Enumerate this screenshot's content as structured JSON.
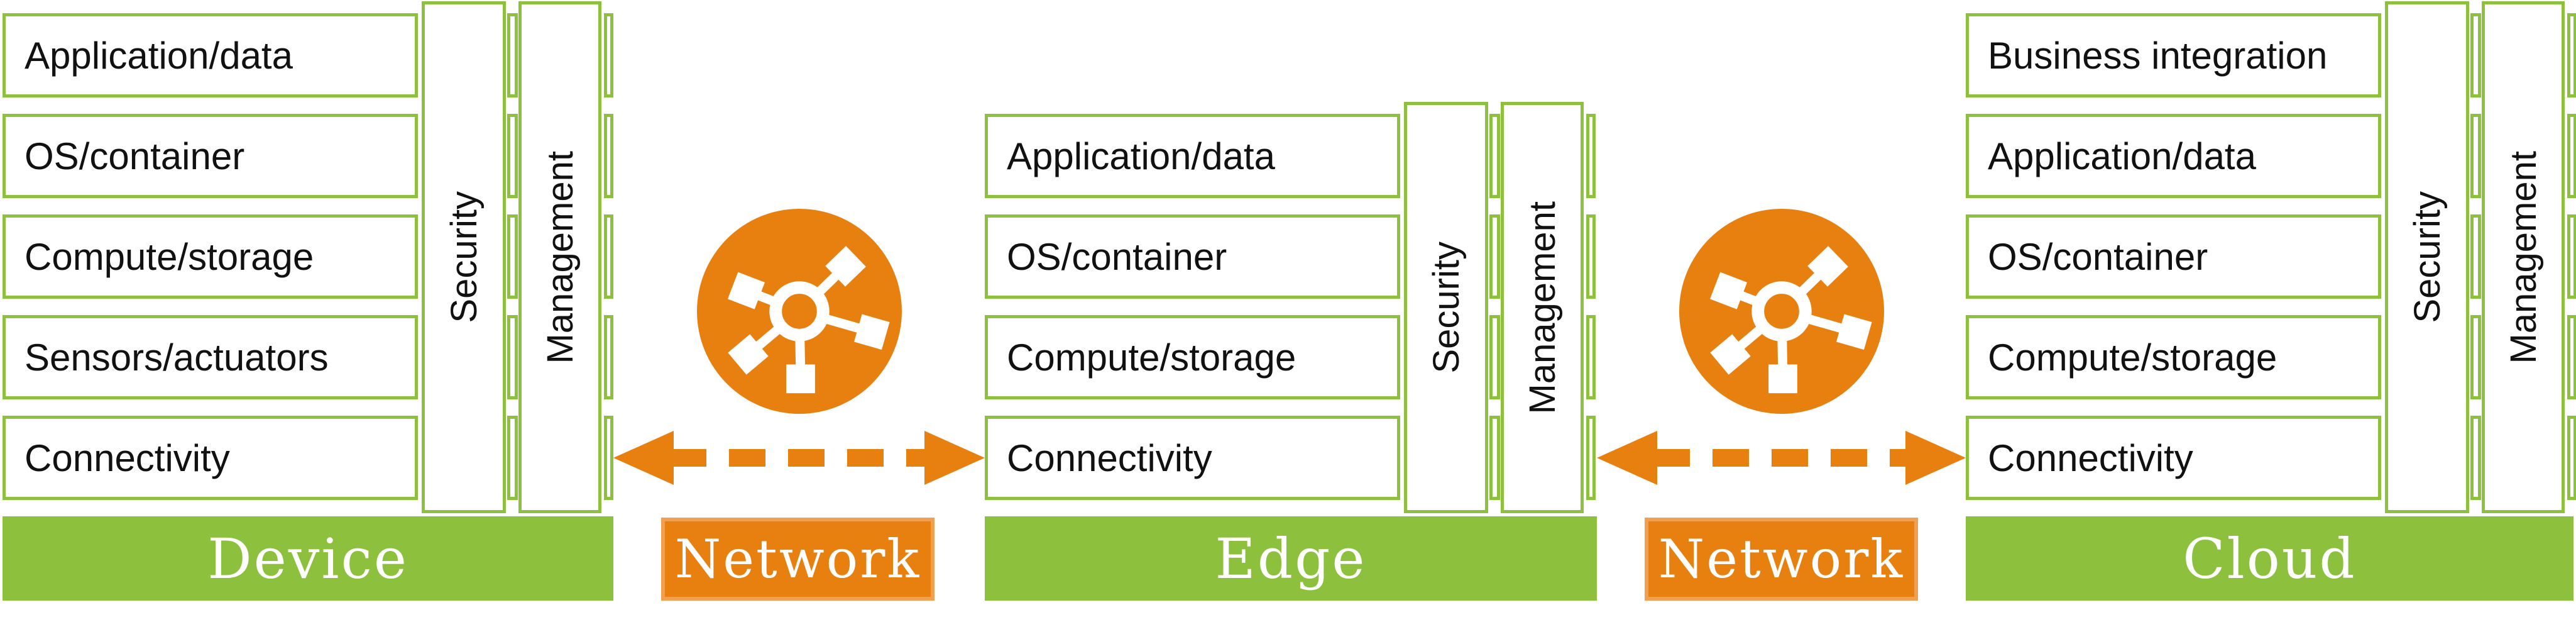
{
  "colors": {
    "green": "#8DC03C",
    "orange": "#E8800F",
    "orange_light": "#F0A050",
    "ink": "#111111",
    "white": "#FFFFFF"
  },
  "columns": [
    {
      "label": "Device",
      "layers": [
        "Application/data",
        "OS/container",
        "Compute/storage",
        "Sensors/actuators",
        "Connectivity"
      ],
      "security_label": "Security",
      "management_label": "Management"
    },
    {
      "label": "Edge",
      "layers": [
        "Application/data",
        "OS/container",
        "Compute/storage",
        "Connectivity"
      ],
      "security_label": "Security",
      "management_label": "Management"
    },
    {
      "label": "Cloud",
      "layers": [
        "Business integration",
        "Application/data",
        "OS/container",
        "Compute/storage",
        "Connectivity"
      ],
      "security_label": "Security",
      "management_label": "Management"
    }
  ],
  "networks": [
    {
      "label": "Network",
      "icon": "network-hub-icon",
      "arrow": "bidirectional-dashed-arrow"
    },
    {
      "label": "Network",
      "icon": "network-hub-icon",
      "arrow": "bidirectional-dashed-arrow"
    }
  ]
}
